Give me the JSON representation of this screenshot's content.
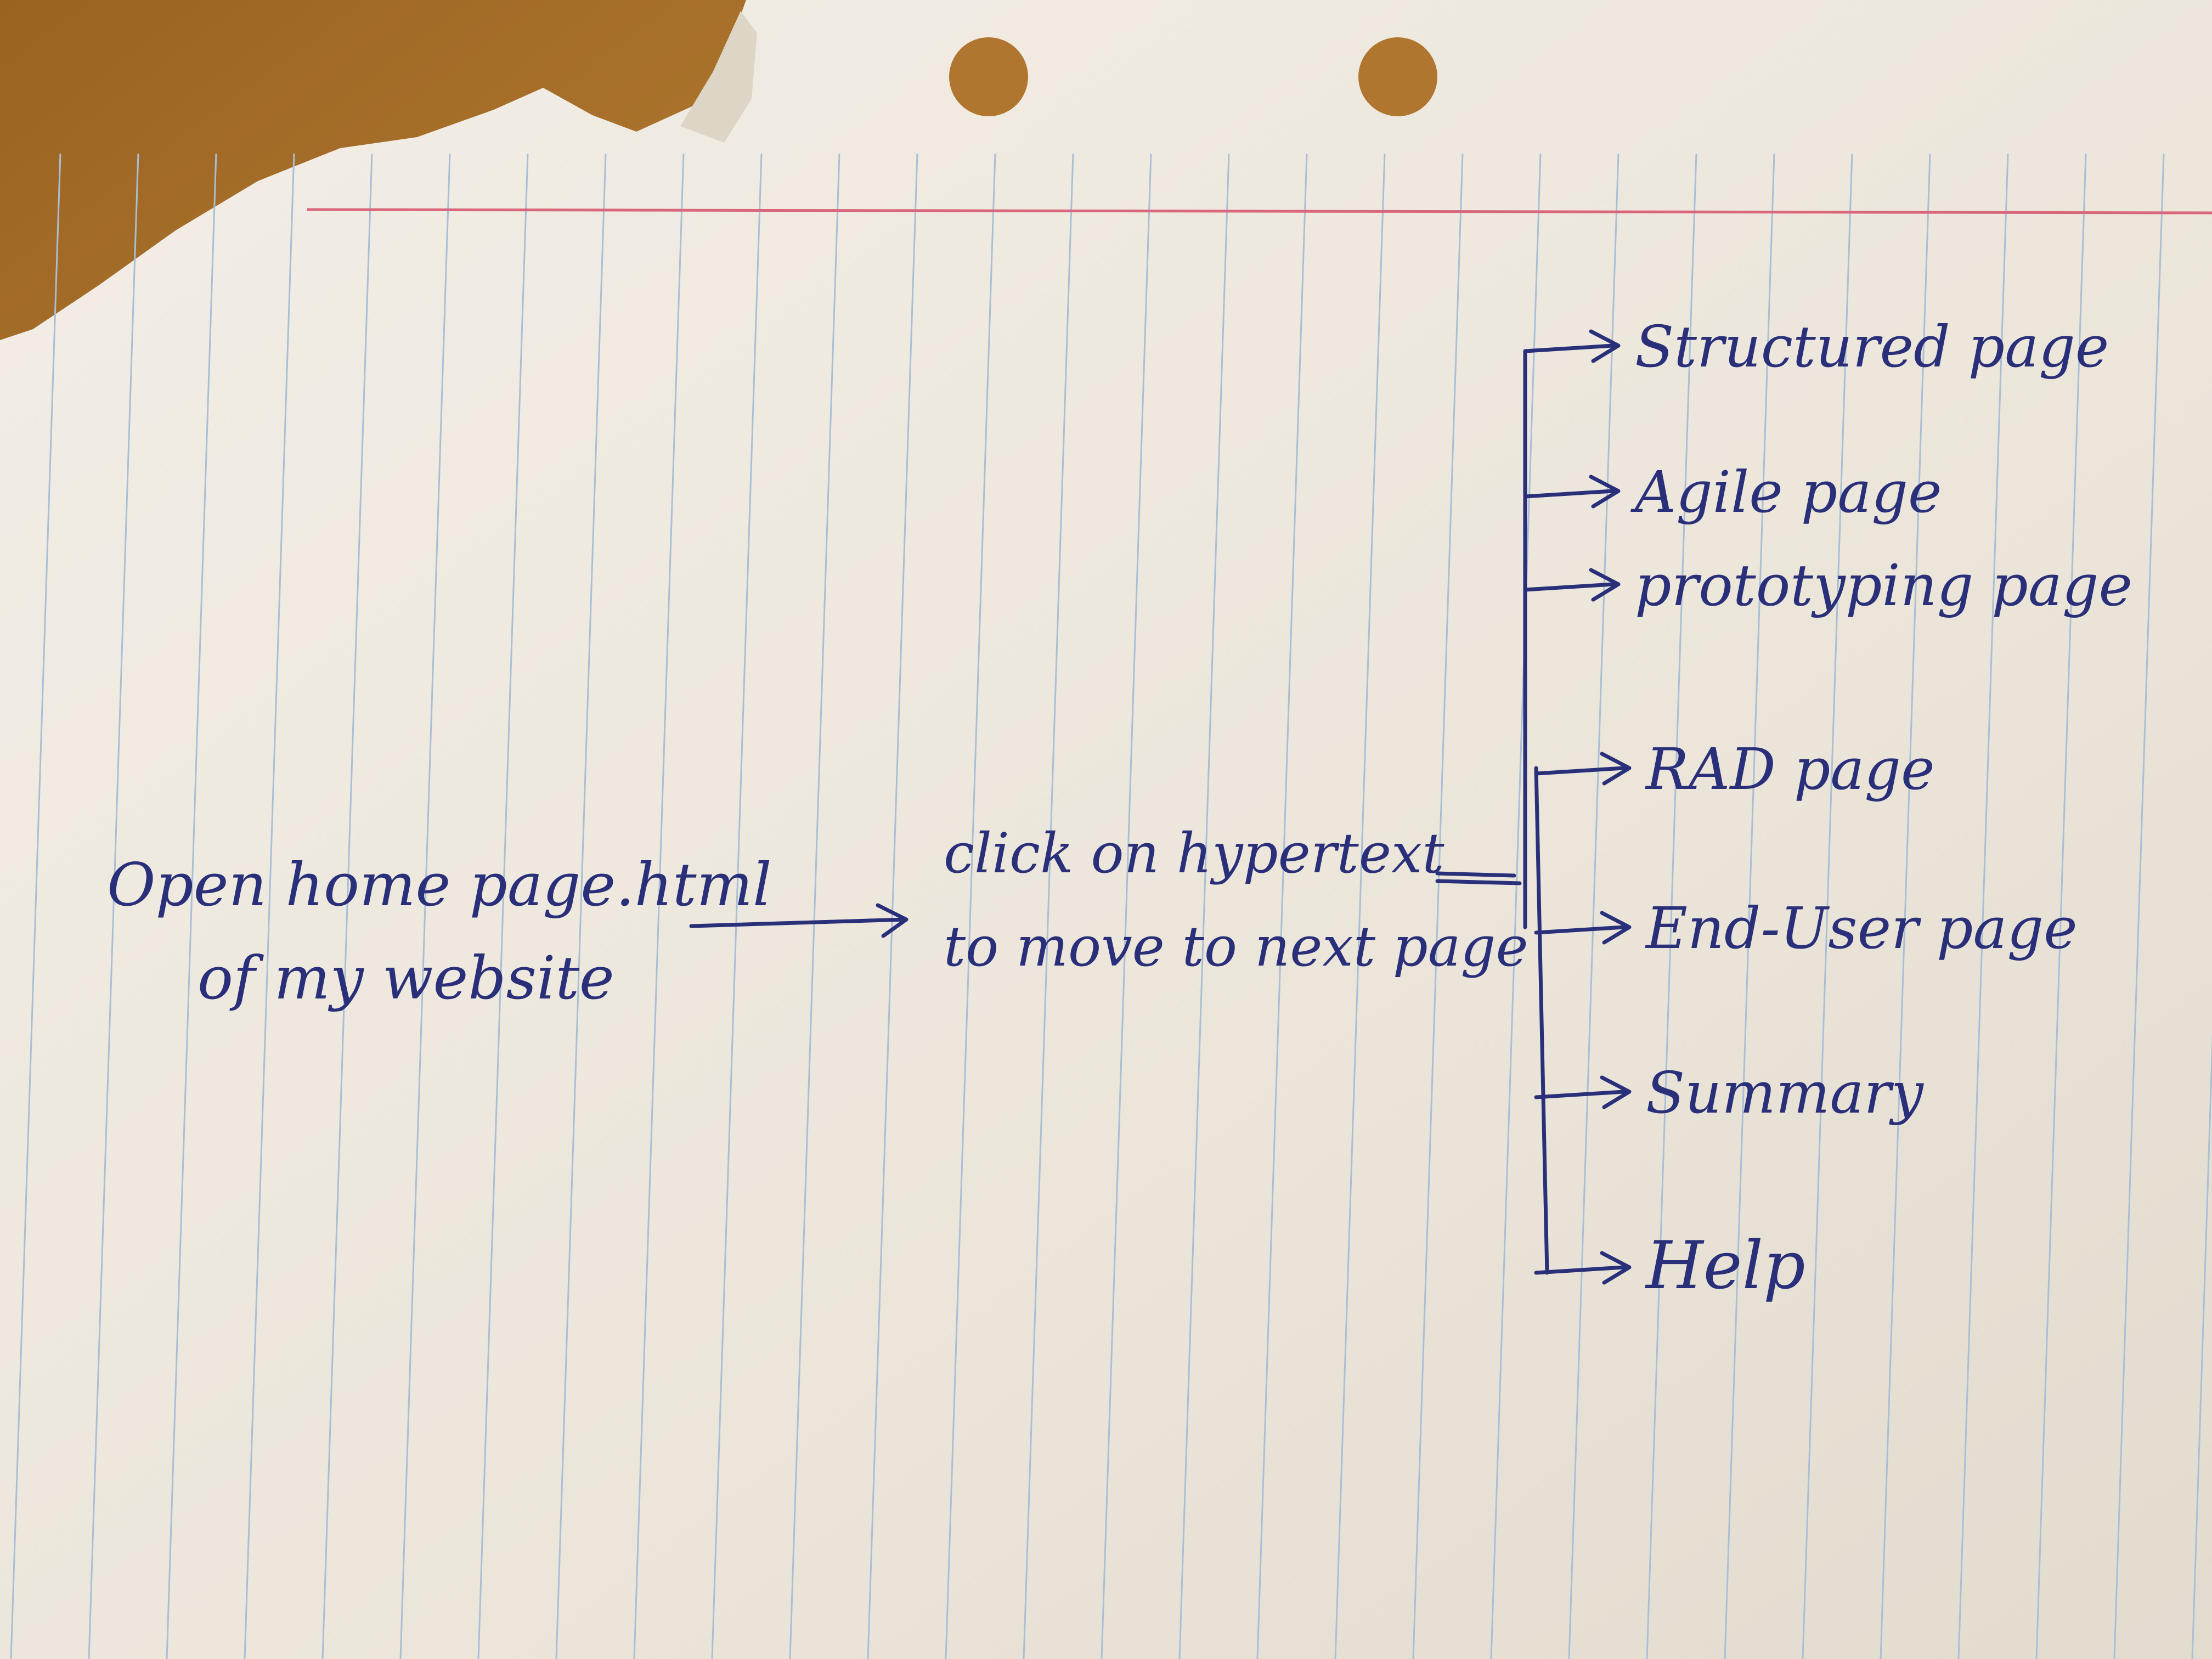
{
  "colors": {
    "desk": "#b57a2c",
    "paper": "#efe9df",
    "ruled_line": "#a9bfd6",
    "margin_line": "#d9667a",
    "ink": "#2a2f7a"
  },
  "flow": {
    "start_line1": "Open home page.html",
    "start_line2": "of my website",
    "middle_line1": "click on hypertext",
    "middle_line2": "to move to next page"
  },
  "branches": [
    {
      "label": "Structured page"
    },
    {
      "label": "Agile page"
    },
    {
      "label": "prototyping page"
    },
    {
      "label": "RAD page"
    },
    {
      "label": "End-User page"
    },
    {
      "label": "Summary"
    },
    {
      "label": "Help"
    }
  ]
}
